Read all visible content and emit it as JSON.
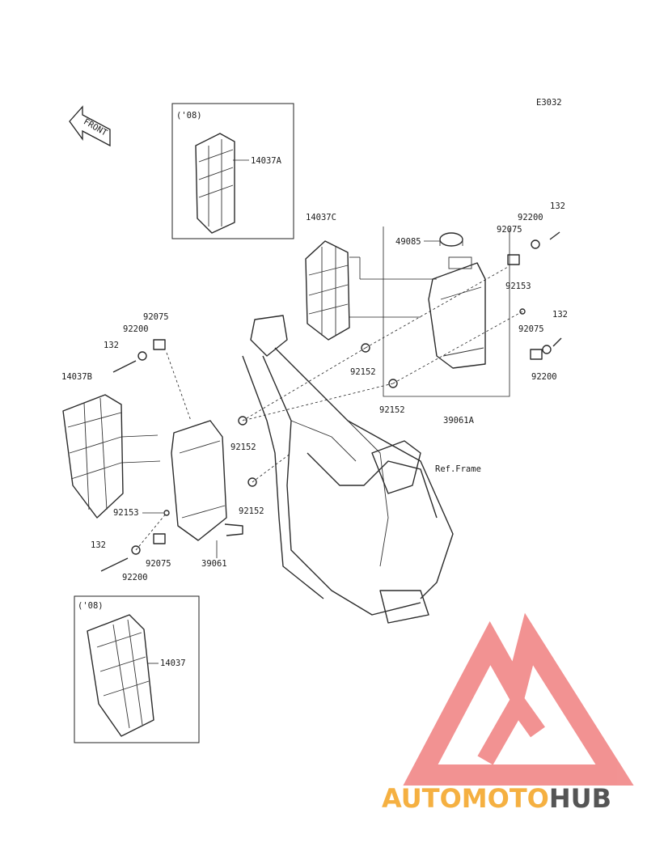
{
  "diagram_code": "E3032",
  "front_label": "FRONT",
  "inset_top": {
    "variant": "('08)",
    "part": "14037A"
  },
  "inset_bottom": {
    "variant": "('08)",
    "part": "14037"
  },
  "parts": {
    "p14037C": "14037C",
    "p49085": "49085",
    "p92200_tr": "92200",
    "p132_tr": "132",
    "p92075_tr": "92075",
    "p92153_r": "92153",
    "p132_r": "132",
    "p92075_r": "92075",
    "p92200_r": "92200",
    "p92152_a": "92152",
    "p92152_b": "92152",
    "p39061A": "39061A",
    "ref_frame": "Ref.Frame",
    "p92075_l": "92075",
    "p92200_l": "92200",
    "p132_l": "132",
    "p14037B": "14037B",
    "p92152_c": "92152",
    "p92152_d": "92152",
    "p92153_l": "92153",
    "p132_bl": "132",
    "p92075_bl": "92075",
    "p92200_bl": "92200",
    "p39061": "39061"
  },
  "watermark": {
    "brand_a": "AUTOMOTO",
    "brand_b": "HUB",
    "color_a": "#f5b041",
    "color_b": "#555555",
    "logo_color": "#f08080"
  }
}
